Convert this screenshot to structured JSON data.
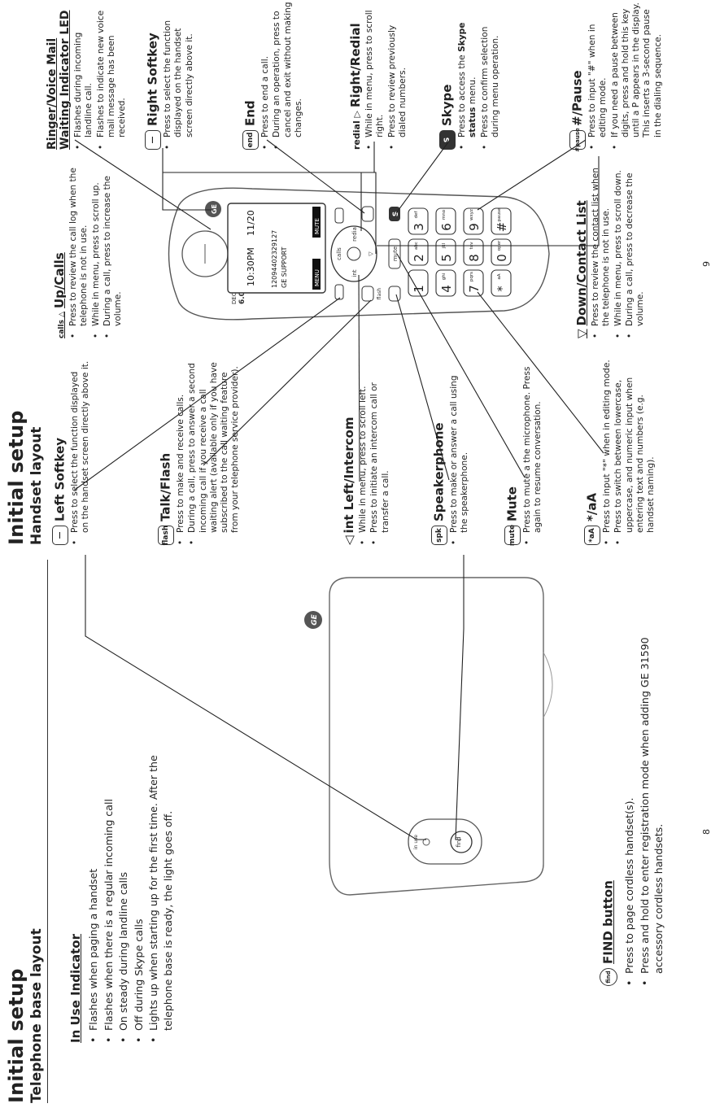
{
  "left_page": {
    "title": "Initial setup",
    "subtitle": "Telephone base layout",
    "in_use": {
      "heading": "In Use Indicator",
      "bullets": [
        "Flashes when paging a handset",
        "Flashes when there is a regular incoming call",
        "On steady during landline calls",
        "Off during Skype calls",
        "Lights up when starting up for the first time. After the telephone base is ready, the light goes off."
      ]
    },
    "find": {
      "heading": "FIND button",
      "bullets": [
        "Press to page cordless handset(s).",
        "Press and hold to enter registration mode when adding GE 31590 accessory cordless handsets."
      ]
    },
    "base_labels": {
      "in_use": "in use",
      "find": "find"
    },
    "page_number": "8"
  },
  "right_page": {
    "title": "Initial setup",
    "subtitle": "Handset layout",
    "page_number": "9",
    "left_column": [
      {
        "icon": "—",
        "heading": "Left Softkey",
        "bullets": [
          "Press to select the function displayed on the handset screen directly above it."
        ]
      },
      {
        "icon": "flash",
        "heading": "Talk/Flash",
        "bullets": [
          "Press to make and receive calls.",
          "During a call, press to answer a second incoming call if you receive a call waiting alert (available only if you have subscribed to the call waiting feature from your telephone service provider)."
        ]
      },
      {
        "icon": "◁",
        "heading": "int Left/Intercom",
        "bullets": [
          "While in menu, press to scroll left.",
          "Press to initiate an intercom call or transfer a call."
        ]
      },
      {
        "icon": "spk",
        "heading": "Speakerphone",
        "bullets": [
          "Press to make or answer a call using the speakerphone."
        ]
      },
      {
        "icon": "mute",
        "heading": "Mute",
        "bullets": [
          "Press to mute a the microphone. Press again to resume conversation."
        ]
      },
      {
        "icon": "*aA",
        "heading": "*/aA",
        "bullets": [
          "Press to input \"*\" when in editing mode.",
          "Press to switch between lowercase, uppercase, and numeric input when entering text and numbers (e.g. handset naming)."
        ]
      }
    ],
    "middle_column": {
      "up": {
        "icon": "calls △",
        "heading": "Up/Calls",
        "bullets": [
          "Press to review the call log when the telephone is not in use.",
          "While in menu, press to scroll up.",
          "During a call, press to increase the volume."
        ]
      },
      "down": {
        "icon": "▽",
        "heading": "Down/Contact List",
        "bullets": [
          "Press to review the contact list when the telephone is not in use.",
          "While in menu, press to scroll down.",
          "During a call, press to decrease the volume."
        ]
      }
    },
    "right_column": [
      {
        "icon": "",
        "heading": "Ringer/Voice Mail Waiting Indicator LED",
        "bullets": [
          "Flashes during incoming landline call.",
          "Flashes to indicate new voice mail message has been received."
        ]
      },
      {
        "icon": "—",
        "heading": "Right Softkey",
        "bullets": [
          "Press to select the function displayed on the handset screen directly above it."
        ]
      },
      {
        "icon": "end",
        "heading": "End",
        "bullets": [
          "Press to end a call.",
          "During an operation, press to cancel and exit without making changes."
        ]
      },
      {
        "icon": "redial ▷",
        "heading": "Right/Redial",
        "bullets": [
          "While in menu, press to scroll right.",
          "Press to review previously dialed numbers."
        ]
      },
      {
        "icon": "S",
        "heading": "Skype",
        "bullets_rich": [
          [
            "Press to access the ",
            "Skype status",
            " menu."
          ],
          [
            "Press to confirm selection during menu operation.",
            "",
            ""
          ]
        ]
      },
      {
        "icon": "#pause",
        "heading": "#/Pause",
        "bullets": [
          "Press to input \"#\" when in editing mode.",
          "If you need a pause between digits, press and hold this key until a P appears in the display. This inserts a 3-second pause in the dialing sequence."
        ]
      }
    ],
    "phone": {
      "brand": "GE",
      "dect_label": "DECT",
      "dect_version": "6.0",
      "screen_time": "10:30PM",
      "screen_date": "11/20",
      "screen_number": "12094402329127",
      "screen_caller": "GE SUPPORT",
      "screen_left_soft": "MENU",
      "screen_right_soft": "MUTE",
      "nav_labels": {
        "up": "calls",
        "left": "int",
        "right": "redial",
        "down": "▽"
      },
      "side_keys": {
        "flash": "flash",
        "mute": "mute"
      },
      "keys": [
        {
          "digit": "1",
          "letters": ""
        },
        {
          "digit": "2",
          "letters": "abc"
        },
        {
          "digit": "3",
          "letters": "def"
        },
        {
          "digit": "4",
          "letters": "ghi"
        },
        {
          "digit": "5",
          "letters": "jkl"
        },
        {
          "digit": "6",
          "letters": "mno"
        },
        {
          "digit": "7",
          "letters": "pqrs"
        },
        {
          "digit": "8",
          "letters": "tuv"
        },
        {
          "digit": "9",
          "letters": "wxyz"
        },
        {
          "digit": "*",
          "letters": "aA"
        },
        {
          "digit": "0",
          "letters": "oper"
        },
        {
          "digit": "#",
          "letters": "pause"
        }
      ]
    }
  }
}
